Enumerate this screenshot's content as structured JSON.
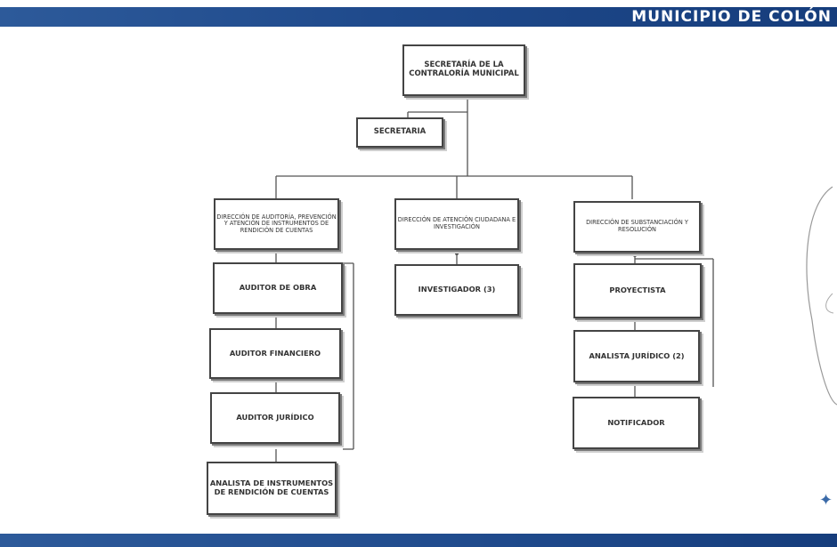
{
  "header": {
    "title": "MUNICIPIO DE COLÓN",
    "bar_color": "#1f4a8c"
  },
  "org": {
    "root": "SECRETARÍA DE LA CONTRALORÍA MUNICIPAL",
    "secretaria": "SECRETARIA",
    "dir_auditoria": "DIRECCIÓN DE AUDITORÍA, PREVENCIÓN Y ATENCIÓN DE INSTRUMENTOS DE RENDICIÓN DE CUENTAS",
    "dir_atencion": "DIRECCIÓN DE ATENCIÓN CIUDADANA E INVESTIGACIÓN",
    "dir_substanciacion": "DIRECCIÓN DE SUBSTANCIACIÓN Y RESOLUCIÓN",
    "auditor_obra": "AUDITOR DE OBRA",
    "auditor_financiero": "AUDITOR FINANCIERO",
    "auditor_juridico": "AUDITOR JURÍDICO",
    "analista_instrumentos": "ANALISTA DE INSTRUMENTOS DE RENDICIÓN DE CUENTAS",
    "investigador": "INVESTIGADOR (3)",
    "proyectista": "PROYECTISTA",
    "analista_juridico": "ANALISTA JURÍDICO (2)",
    "notificador": "NOTIFICADOR"
  },
  "icons": {
    "logo_mark": "municipal-logo-icon"
  }
}
